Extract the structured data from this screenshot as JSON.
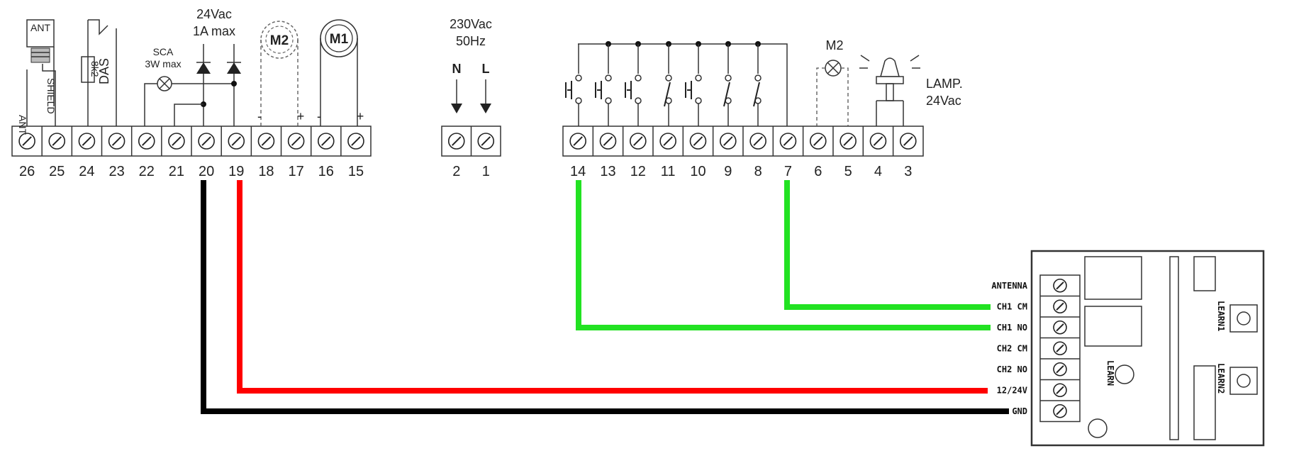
{
  "left_block": {
    "terminals": [
      "26",
      "25",
      "24",
      "23",
      "22",
      "21",
      "20",
      "19",
      "18",
      "17",
      "16",
      "15"
    ],
    "labels": {
      "ant_top": "ANT",
      "ant_bottom": "ANT",
      "shield": "SHIELD",
      "resistor": "8k2",
      "das": "DAS",
      "sca": "SCA",
      "sca_power": "3W max",
      "supply_voltage": "24Vac",
      "supply_current": "1A max",
      "motor2": "M2",
      "motor1": "M1",
      "minus": "-",
      "plus": "+"
    }
  },
  "power_block": {
    "terminals": [
      "2",
      "1"
    ],
    "voltage": "230Vac",
    "frequency": "50Hz",
    "neutral": "N",
    "line": "L"
  },
  "right_block": {
    "terminals": [
      "14",
      "13",
      "12",
      "11",
      "10",
      "9",
      "8",
      "7",
      "6",
      "5",
      "4",
      "3"
    ],
    "m2_label": "M2",
    "lamp_label": "LAMP.",
    "lamp_voltage": "24Vac"
  },
  "receiver": {
    "pins": [
      "ANTENNA",
      "CH1 CM",
      "CH1 NO",
      "CH2 CM",
      "CH2 NO",
      "12/24V",
      "GND"
    ],
    "learn": "LEARN",
    "learn1": "LEARN1",
    "learn2": "LEARN2"
  },
  "wire_colors": {
    "black": "#000000",
    "red": "#ff0000",
    "green": "#22e222"
  }
}
